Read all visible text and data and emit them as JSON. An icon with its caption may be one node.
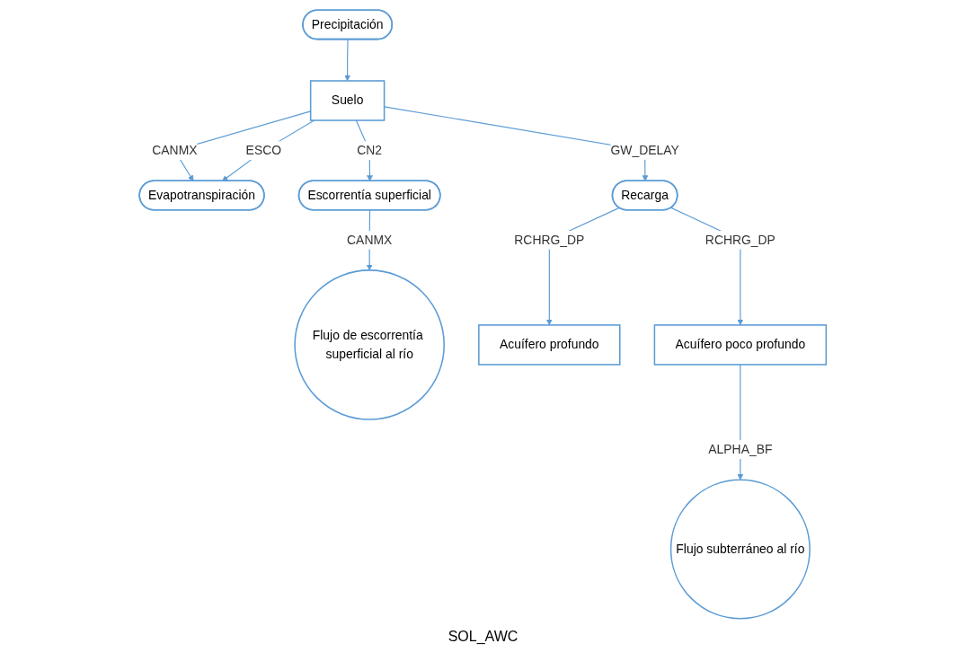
{
  "diagram": {
    "nodes": [
      {
        "text": [
          "Precipitación"
        ]
      },
      {
        "text": [
          "Evapotranspiración"
        ]
      },
      {
        "text": [
          "Suelo"
        ]
      },
      {
        "text": [
          "Escorrentía superficial"
        ]
      },
      {
        "text": [
          "Flujo de escorrentía superficial al río"
        ]
      },
      {
        "text": [
          "Recarga"
        ]
      },
      {
        "text": [
          "Acuífero profundo"
        ]
      },
      {
        "text": [
          "Acuífero poco profundo"
        ]
      },
      {
        "text": [
          "Flujo subterráneo al río"
        ]
      }
    ],
    "edges": [
      {
        "from": 0,
        "to": 2,
        "arrow": "to"
      },
      {
        "from": 2,
        "to": 1,
        "arrow": "to",
        "label": "CANMX"
      },
      {
        "from": 2,
        "to": 1,
        "arrow": "to",
        "label": "ESCO"
      },
      {
        "from": 2,
        "to": 3,
        "arrow": "to",
        "label": "CN2"
      },
      {
        "from": 3,
        "to": 4,
        "arrow": "to",
        "label": "CANMX"
      },
      {
        "from": 2,
        "to": 5,
        "arrow": "to",
        "label": "GW_DELAY"
      },
      {
        "from": 5,
        "to": 6,
        "arrow": "to",
        "label": "RCHRG_DP"
      },
      {
        "from": 5,
        "to": 7,
        "arrow": "to",
        "label": "RCHRG_DP"
      },
      {
        "from": 7,
        "to": 8,
        "arrow": "to",
        "label": "ALPHA_BF"
      }
    ],
    "labels": [
      "SOL_AWC"
    ]
  }
}
